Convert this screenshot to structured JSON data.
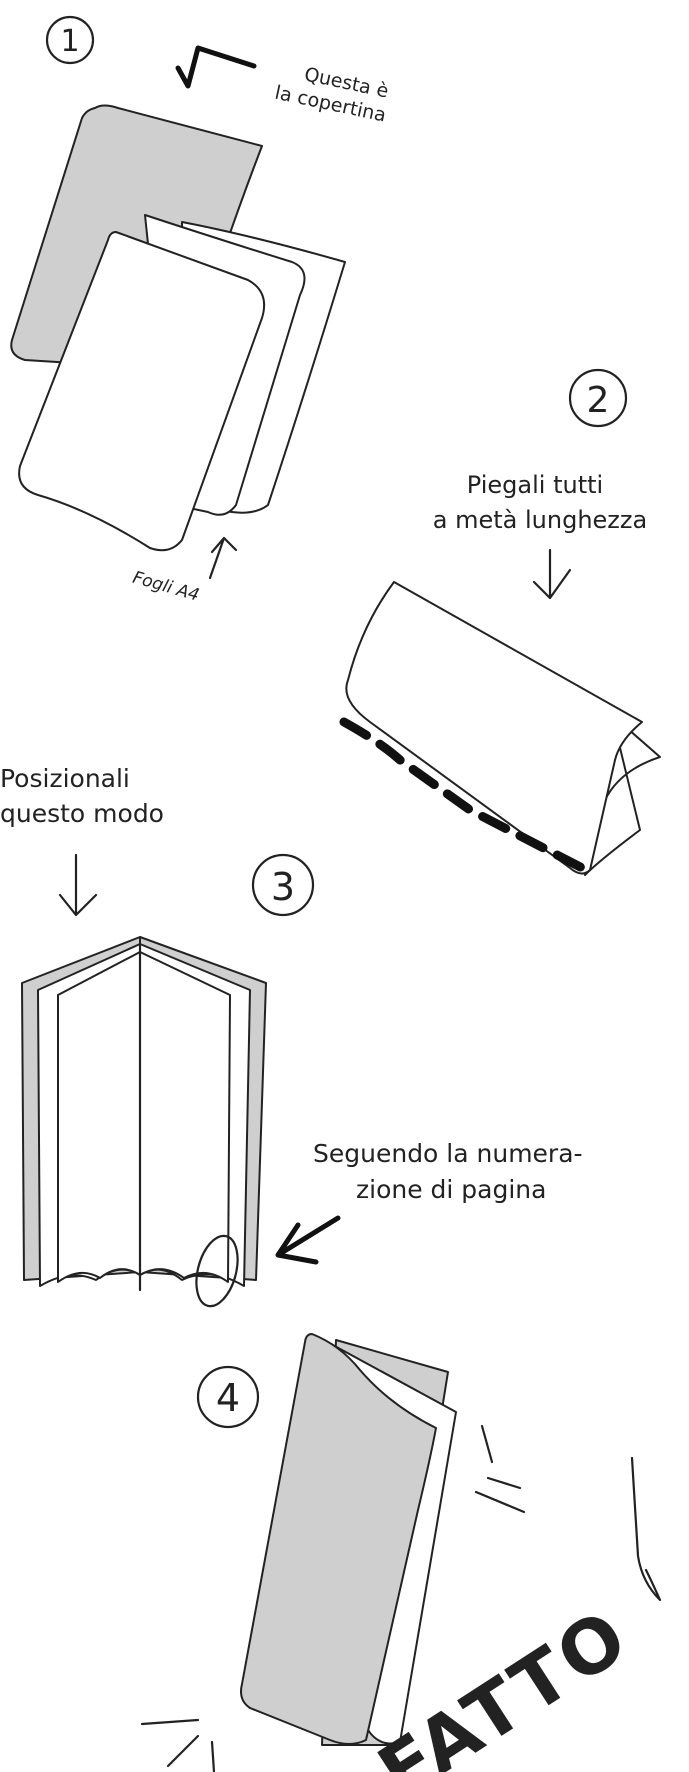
{
  "steps": {
    "step1": {
      "number": "1",
      "note_line1": "Questa è",
      "note_line2": "la copertina",
      "sheets_label": "Fogli A4"
    },
    "step2": {
      "number": "2",
      "instruction_line1": "Piegali tutti",
      "instruction_line2": "a metà lunghezza"
    },
    "step3": {
      "number": "3",
      "instruction_line1": "Posizionali",
      "instruction_line2": "questo modo",
      "note_line1": "Seguendo la numera-",
      "note_line2": "zione di pagina",
      "page_marker": "0"
    },
    "step4": {
      "number": "4",
      "done_label": "FATTO"
    }
  },
  "colors": {
    "ink": "#222222",
    "cover": "#cfcfcf",
    "paper": "#ffffff"
  }
}
